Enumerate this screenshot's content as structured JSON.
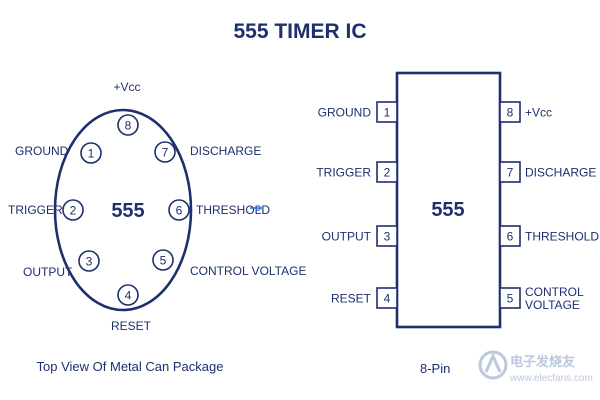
{
  "title": "555 TIMER IC",
  "colors": {
    "ink": "#1e2f6e",
    "background": "#ffffff",
    "accent_blue": "#2c6cd6",
    "watermark": "#b9c6db"
  },
  "can": {
    "center_label": "555",
    "caption": "Top View Of Metal Can Package",
    "pins": [
      {
        "num": "1",
        "name": "GROUND"
      },
      {
        "num": "2",
        "name": "TRIGGER"
      },
      {
        "num": "3",
        "name": "OUTPUT"
      },
      {
        "num": "4",
        "name": "RESET"
      },
      {
        "num": "5",
        "name": "CONTROL VOLTAGE"
      },
      {
        "num": "6",
        "name": "THRESHOLD"
      },
      {
        "num": "7",
        "name": "DISCHARGE"
      },
      {
        "num": "8",
        "name": "+Vcc"
      }
    ]
  },
  "dip": {
    "center_label": "555",
    "caption": "8-Pin",
    "pins": [
      {
        "num": "1",
        "name": "GROUND"
      },
      {
        "num": "2",
        "name": "TRIGGER"
      },
      {
        "num": "3",
        "name": "OUTPUT"
      },
      {
        "num": "4",
        "name": "RESET"
      },
      {
        "num": "5",
        "name": [
          "CONTROL",
          "VOLTAGE"
        ]
      },
      {
        "num": "6",
        "name": "THRESHOLD"
      },
      {
        "num": "7",
        "name": "DISCHARGE"
      },
      {
        "num": "8",
        "name": "+Vcc"
      }
    ]
  },
  "watermark": {
    "text_cn": "电子发烧友",
    "text_url": "www.elecfans.com"
  }
}
